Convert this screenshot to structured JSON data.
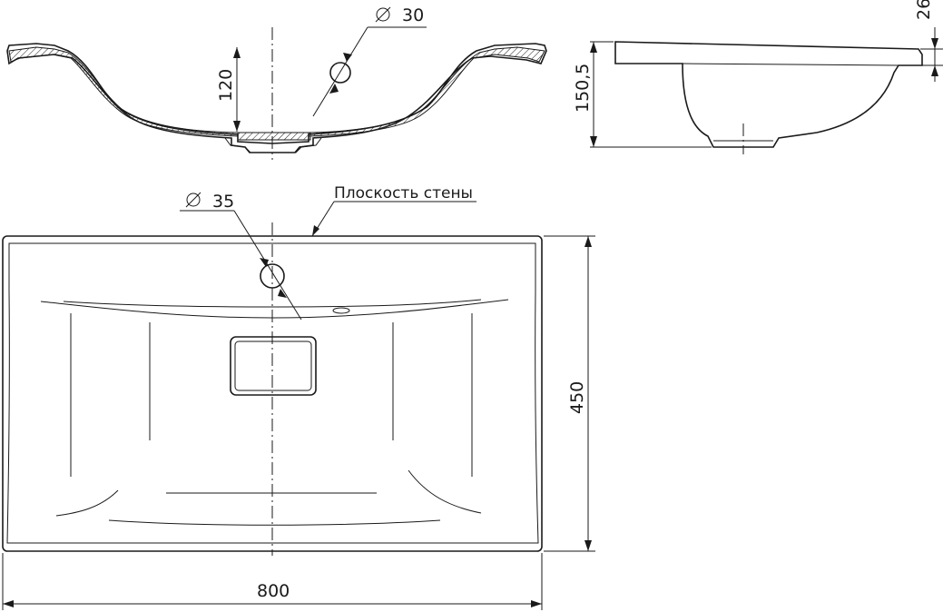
{
  "dimensions": {
    "tap_hole_front": "30",
    "bowl_depth": "120",
    "total_height": "150,5",
    "rim_height": "26",
    "tap_hole_top": "35",
    "width": "800",
    "depth": "450"
  },
  "labels": {
    "wall_plane": "Плоскость стены"
  },
  "symbols": {
    "diameter": "∅"
  }
}
